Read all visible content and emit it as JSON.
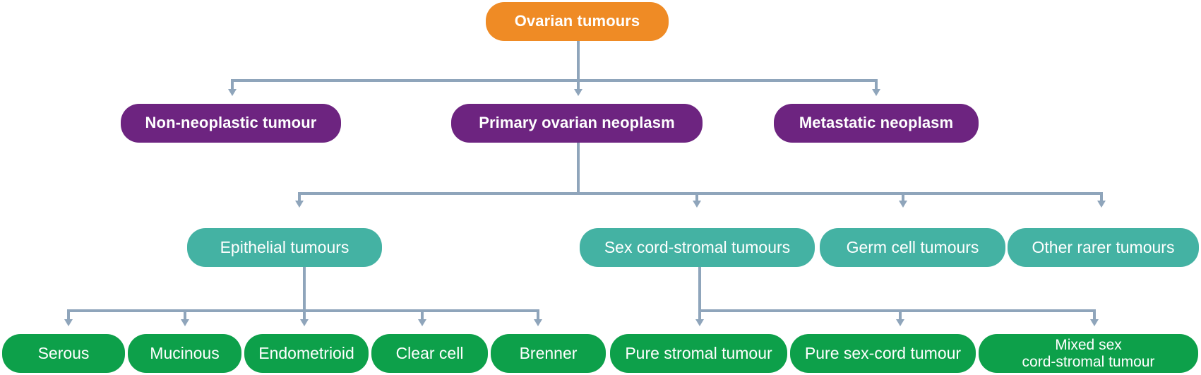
{
  "diagram": {
    "title": "Ovarian tumours classification flowchart",
    "colors": {
      "root": "#ef8b25",
      "level2": "#6d2480",
      "level3": "#44b2a3",
      "level4": "#0da04a",
      "connector": "#8fa5bb",
      "background": "#ffffff",
      "text": "#ffffff"
    },
    "levels": {
      "root": {
        "nodes": [
          {
            "id": "ovarian-tumours",
            "label": "Ovarian tumours"
          }
        ]
      },
      "level2": {
        "nodes": [
          {
            "id": "non-neoplastic-tumour",
            "label": "Non-neoplastic tumour"
          },
          {
            "id": "primary-ovarian-neoplasm",
            "label": "Primary ovarian neoplasm"
          },
          {
            "id": "metastatic-neoplasm",
            "label": "Metastatic neoplasm"
          }
        ]
      },
      "level3": {
        "nodes": [
          {
            "id": "epithelial-tumours",
            "label": "Epithelial tumours"
          },
          {
            "id": "sex-cord-stromal-tumours",
            "label": "Sex cord-stromal tumours"
          },
          {
            "id": "germ-cell-tumours",
            "label": "Germ cell tumours"
          },
          {
            "id": "other-rarer-tumours",
            "label": "Other rarer tumours"
          }
        ]
      },
      "level4": {
        "nodes": [
          {
            "id": "serous",
            "label": "Serous"
          },
          {
            "id": "mucinous",
            "label": "Mucinous"
          },
          {
            "id": "endometrioid",
            "label": "Endometrioid"
          },
          {
            "id": "clear-cell",
            "label": "Clear cell"
          },
          {
            "id": "brenner",
            "label": "Brenner"
          },
          {
            "id": "pure-stromal-tumour",
            "label": "Pure stromal tumour"
          },
          {
            "id": "pure-sex-cord-tumour",
            "label": "Pure sex-cord tumour"
          },
          {
            "id": "mixed-sex-cord-stromal-tumour",
            "label": "Mixed sex\ncord-stromal tumour"
          }
        ]
      }
    },
    "edges": [
      {
        "from": "ovarian-tumours",
        "to": "non-neoplastic-tumour"
      },
      {
        "from": "ovarian-tumours",
        "to": "primary-ovarian-neoplasm"
      },
      {
        "from": "ovarian-tumours",
        "to": "metastatic-neoplasm"
      },
      {
        "from": "primary-ovarian-neoplasm",
        "to": "epithelial-tumours"
      },
      {
        "from": "primary-ovarian-neoplasm",
        "to": "sex-cord-stromal-tumours"
      },
      {
        "from": "primary-ovarian-neoplasm",
        "to": "germ-cell-tumours"
      },
      {
        "from": "primary-ovarian-neoplasm",
        "to": "other-rarer-tumours"
      },
      {
        "from": "epithelial-tumours",
        "to": "serous"
      },
      {
        "from": "epithelial-tumours",
        "to": "mucinous"
      },
      {
        "from": "epithelial-tumours",
        "to": "endometrioid"
      },
      {
        "from": "epithelial-tumours",
        "to": "clear-cell"
      },
      {
        "from": "epithelial-tumours",
        "to": "brenner"
      },
      {
        "from": "sex-cord-stromal-tumours",
        "to": "pure-stromal-tumour"
      },
      {
        "from": "sex-cord-stromal-tumours",
        "to": "pure-sex-cord-tumour"
      },
      {
        "from": "sex-cord-stromal-tumours",
        "to": "mixed-sex-cord-stromal-tumour"
      }
    ]
  }
}
